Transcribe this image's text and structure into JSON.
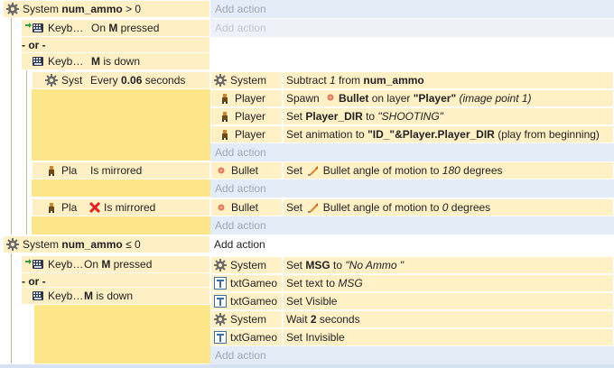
{
  "add_action": "Add action",
  "or_label": "- or -",
  "events": [
    {
      "cond_obj": "System",
      "cond_name": "num_ammo",
      "cond_op": "> 0"
    },
    {
      "c1_obj": "Keyb…",
      "c1_pre": "On ",
      "c1_key": "M",
      "c1_post": " pressed",
      "c2_obj": "Keyb…",
      "c2_key": "M",
      "c2_post": " is down"
    },
    {
      "cond_obj": "Syst",
      "cond_pre": "Every ",
      "cond_val": "0.06",
      "cond_post": " seconds",
      "actions": [
        {
          "obj": "System",
          "pre": "Subtract ",
          "num": "1",
          "mid": " from ",
          "name": "num_ammo"
        },
        {
          "obj": "Player",
          "pre": "Spawn ",
          "name": "Bullet",
          "mid": " on layer ",
          "layer": "\"Player\"",
          "post": " (image point 1)"
        },
        {
          "obj": "Player",
          "pre": "Set ",
          "name": "Player_DIR",
          "mid": " to ",
          "val": "\"SHOOTING\""
        },
        {
          "obj": "Player",
          "pre": "Set animation to ",
          "name": "\"ID_\"&Player.Player_DIR",
          "post": " (play from beginning)"
        }
      ]
    },
    {
      "cond_obj": "Pla",
      "cond_text": "Is mirrored",
      "act_obj": "Bullet",
      "act_pre": "Set ",
      "act_name": " Bullet angle of motion to ",
      "act_val": "180",
      "act_post": " degrees"
    },
    {
      "cond_obj": "Pla",
      "cond_text": "Is mirrored",
      "act_obj": "Bullet",
      "act_pre": "Set ",
      "act_name": " Bullet angle of motion to ",
      "act_val": "0",
      "act_post": " degrees"
    },
    {
      "cond_obj": "System",
      "cond_name": "num_ammo",
      "cond_op": "≤ 0"
    },
    {
      "c1_obj": "Keyb…",
      "c1_pre": "On ",
      "c1_key": "M",
      "c1_post": " pressed",
      "c2_obj": "Keyb…",
      "c2_key": "M",
      "c2_post": " is down",
      "actions": [
        {
          "obj": "System",
          "pre": "Set ",
          "name": "MSG",
          "mid": " to ",
          "val": "\"No Ammo \""
        },
        {
          "obj": "txtGameo",
          "pre": "Set text to ",
          "val": "MSG"
        },
        {
          "obj": "txtGameo",
          "pre": "Set Visible"
        },
        {
          "obj": "System",
          "pre": "Wait ",
          "num": "2",
          "post": " seconds"
        },
        {
          "obj": "txtGameo",
          "pre": "Set Invisible"
        }
      ]
    }
  ]
}
